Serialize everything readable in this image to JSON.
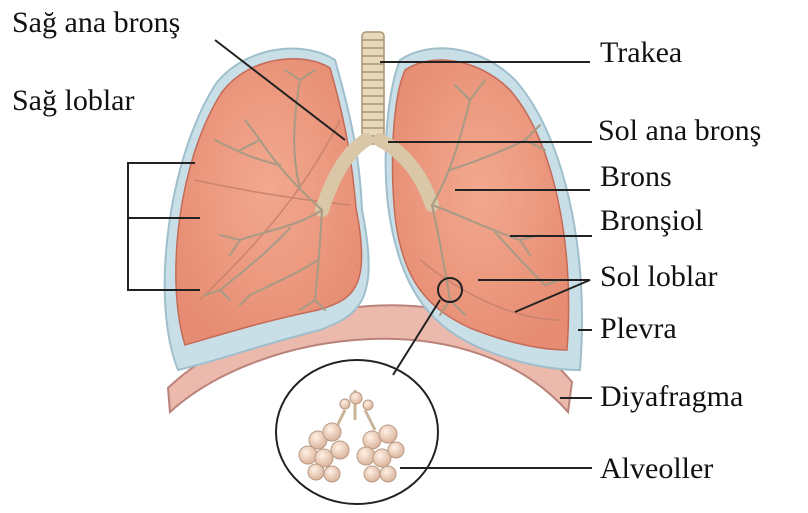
{
  "labels": {
    "right_main_bronchus": "Sağ ana bronş",
    "right_lobes": "Sağ loblar",
    "trachea": "Trakea",
    "left_main_bronchus": "Sol ana bronş",
    "bronchus": "Brons",
    "bronchiole": "Bronşiol",
    "left_lobes": "Sol loblar",
    "pleura": "Plevra",
    "diaphragm": "Diyafragma",
    "alveoli": "Alveoller"
  },
  "colors": {
    "lung_fill": "#ef9a7e",
    "lung_outline": "#c7695a",
    "pleura": "#c7dde6",
    "diaphragm": "#e9b4a9",
    "trachea": "#e6d5b8",
    "bronchial_tree": "#b8a58c",
    "alveoli": "#e8c6ad"
  }
}
